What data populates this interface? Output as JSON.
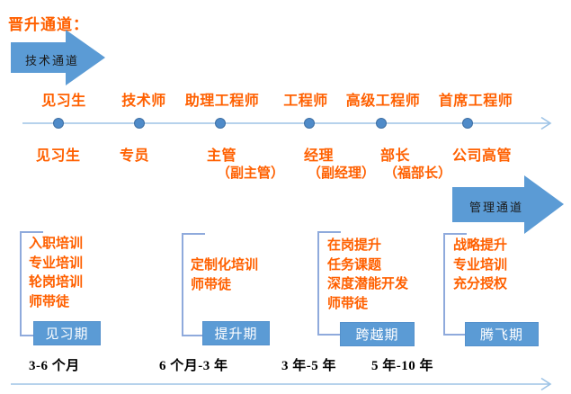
{
  "page": {
    "title": "晋升通道："
  },
  "channels": {
    "technical": "技术通道",
    "management": "管理通道"
  },
  "timeline": {
    "top_labels": [
      "见习生",
      "技术师",
      "助理工程师",
      "工程师",
      "高级工程师",
      "首席工程师"
    ],
    "bottom_labels": [
      {
        "main": "见习生",
        "sub": ""
      },
      {
        "main": "专员",
        "sub": ""
      },
      {
        "main": "主管",
        "sub": "（副主管）"
      },
      {
        "main": "经理",
        "sub": "（副经理）"
      },
      {
        "main": "部长",
        "sub": "（福部长）"
      },
      {
        "main": "公司高管",
        "sub": ""
      }
    ]
  },
  "stages": [
    {
      "trainings": [
        "入职培训",
        "专业培训",
        "轮岗培训",
        "师带徒"
      ],
      "period": "见习期",
      "duration": "3-6 个月"
    },
    {
      "trainings": [
        "定制化培训",
        "师带徒"
      ],
      "period": "提升期",
      "duration": "6 个月-3 年"
    },
    {
      "trainings": [
        "在岗提升",
        "任务课题",
        "深度潜能开发",
        "师带徒"
      ],
      "period": "跨越期",
      "duration": "3 年-5 年"
    },
    {
      "trainings": [
        "战略提升",
        "专业培训",
        "充分授权"
      ],
      "period": "腾飞期",
      "duration": "5 年-10 年"
    }
  ],
  "colors": {
    "orange_text": "#ff6000",
    "shape_blue": "#5b9bd5",
    "line_light_blue": "#9dc3e6",
    "dot_blue": "#4f8bc9",
    "dot_border": "#3e6fa3",
    "bracket_blue": "#8faadc",
    "box_text": "#ffffff",
    "duration_text": "#000000"
  }
}
